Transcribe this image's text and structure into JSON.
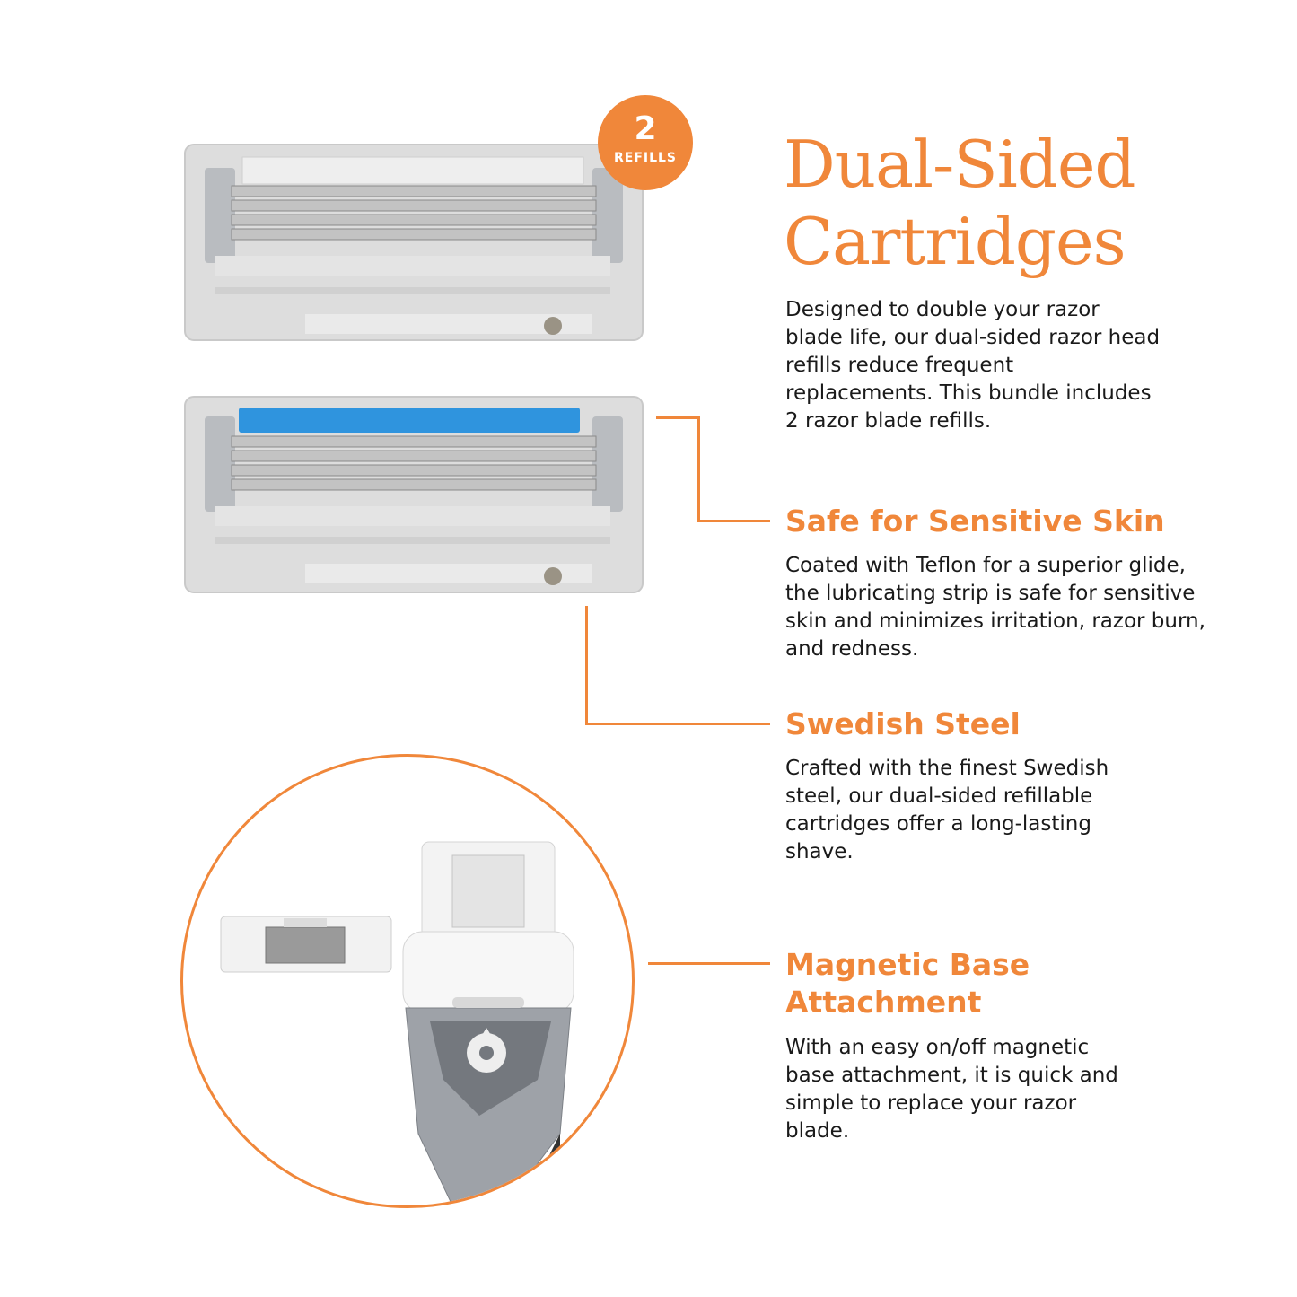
{
  "badge": {
    "count": "2",
    "label": "REFILLS"
  },
  "title": "Dual-Sided Cartridges",
  "intro": "Designed to double your razor blade life, our dual-sided razor head refills reduce frequent replacements. This bundle includes 2 razor blade refills.",
  "features": [
    {
      "title": "Safe for Sensitive Skin",
      "body": "Coated with Teflon for a superior glide, the lubricating strip is safe for sensitive skin and minimizes irritation, razor burn, and redness."
    },
    {
      "title": "Swedish Steel",
      "body": "Crafted with the finest Swedish steel, our dual-sided refillable cartridges offer a long-lasting shave."
    },
    {
      "title": "Magnetic Base Attachment",
      "body": "With an easy on/off magnetic base attachment, it is quick and simple to replace your razor blade."
    }
  ],
  "colors": {
    "accent": "#f0873a",
    "strip": "#2f94de",
    "cartridge": "#dcdcdc"
  },
  "icons": {
    "logo": "water-drop-icon"
  }
}
